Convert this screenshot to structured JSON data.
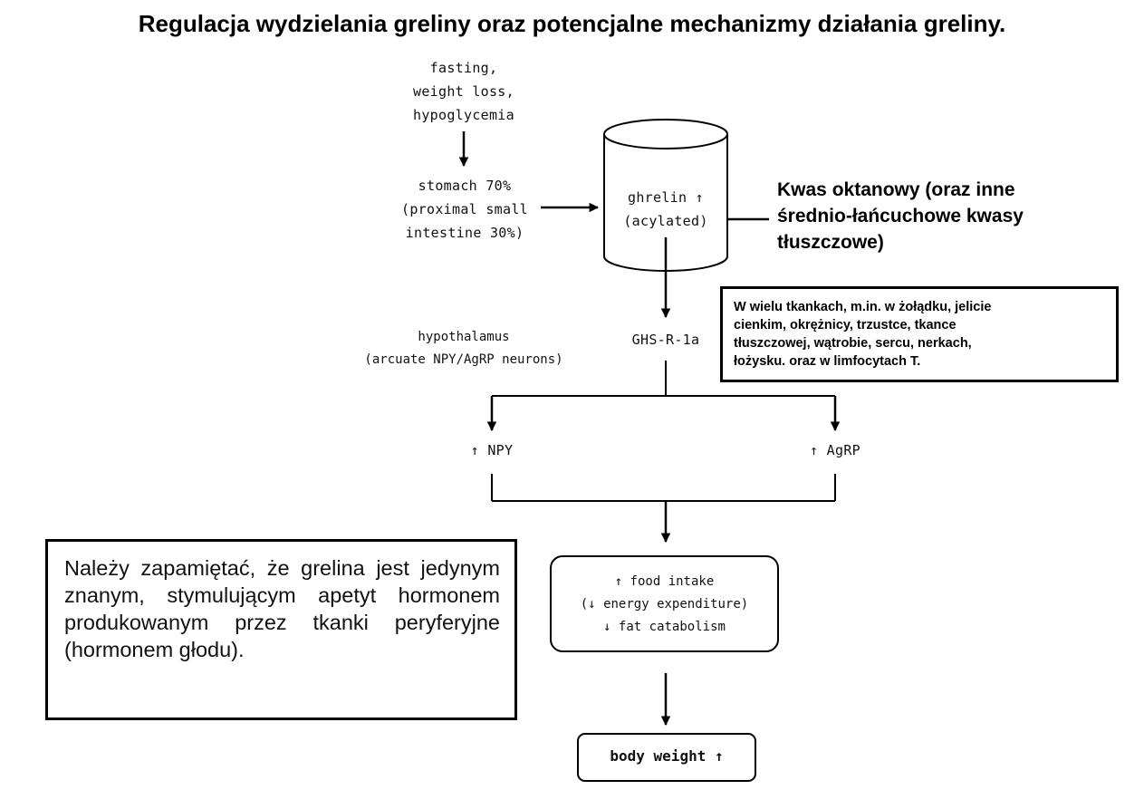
{
  "title": "Regulacja wydzielania greliny oraz potencjalne mechanizmy działania greliny.",
  "triggers": "fasting,\nweight loss,\nhypoglycemia",
  "sources": "stomach 70%\n(proximal small\nintestine 30%)",
  "cylinder": {
    "line1": "ghrelin ↑",
    "line2": "(acylated)"
  },
  "fatty_acids": "Kwas oktanowy (oraz inne\nśrednio-łańcuchowe kwasy\ntłuszczowe)",
  "hypothalamus": "hypothalamus\n(arcuate NPY/AgRP neurons)",
  "receptor": "GHS-R-1a",
  "tissues": "W wielu tkankach, m.in. w żołądku, jelicie\ncienkim, okrężnicy, trzustce, tkance\ntłuszczowej, wątrobie, sercu, nerkach,\nłożysku. oraz w limfocytach T.",
  "npy": "↑ NPY",
  "agrp": "↑ AgRP",
  "effects": "↑ food intake\n(↓ energy expenditure)\n↓ fat catabolism",
  "body_weight": "body weight ↑",
  "note": "Należy zapamiętać, że grelina jest jedynym znanym, stymulującym apetyt hormonem produkowanym przez tkanki peryferyjne (hormonem głodu)."
}
